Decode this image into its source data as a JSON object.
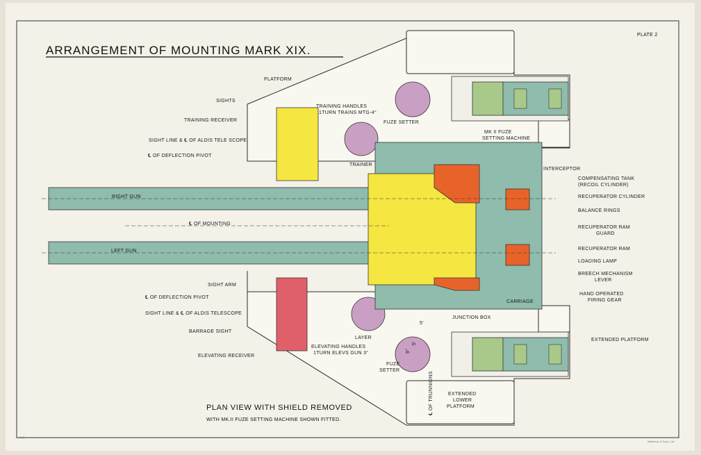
{
  "title": "ARRANGEMENT OF MOUNTING MARK XIX.",
  "plate": "PLATE 2",
  "subtitle": "PLAN VIEW WITH SHIELD REMOVED",
  "subtitle_note": "WITH MK.II FUZE SETTING MACHINE SHOWN FITTED.",
  "printer": "Waterlow & Sons, Ltd.",
  "print_code": "1.38",
  "labels": {
    "platform": "PLATFORM",
    "sights": "SIGHTS",
    "training_receiver": "TRAINING RECEIVER",
    "sight_line_upper": "SIGHT LINE & ℄ OF ALDIS TELE SCOPE",
    "deflection_pivot_upper": "℄ OF DEFLECTION PIVOT",
    "training_handles_1": "TRAINING HANDLES",
    "training_handles_2": "1TURN TRAINS MTG-4°",
    "trainer": "TRAINER",
    "fuze_setter_upper": "FUZE SETTER",
    "fuze_machine_1": "MK II FUZE",
    "fuze_machine_2": "SETTING MACHINE",
    "right_gun": "RIGHT GUN",
    "mounting_centre": "℄ OF MOUNTING",
    "left_gun": "LEFT GUN",
    "interceptor": "INTERCEPTOR",
    "compensating_tank_1": "COMPENSATING TANK",
    "compensating_tank_2": "(RECOIL CYLINDER)",
    "recuperator_cylinder": "RECUPERATOR CYLINDER",
    "balance_rings": "BALANCE RINGS",
    "recuperator_ram_guard_1": "RECUPERATOR RAM",
    "recuperator_ram_guard_2": "GUARD",
    "recuperator_ram": "RECUPERATOR RAM",
    "loading_lamp": "LOADING LAMP",
    "breech_lever_1": "BREECH MECHANISM",
    "breech_lever_2": "LEVER",
    "hand_firing_1": "HAND OPERATED",
    "hand_firing_2": "FIRING GEAR",
    "carriage": "CARRIAGE",
    "sight_arm": "SIGHT ARM",
    "deflection_pivot_lower": "℄ OF DEFLECTION PIVOT",
    "sight_line_lower": "SIGHT LINE & ℄ OF ALDIS TELESCOPE",
    "barrage_sight": "BARRAGE SIGHT",
    "elevating_receiver": "ELEVATING RECEIVER",
    "elevating_handles_1": "ELEVATING HANDLES",
    "elevating_handles_2": "1TURN ELEVS GUN 3°",
    "layer": "LAYER",
    "junction_box": "JUNCTION BOX",
    "fuze_setter_lower_1": "FUZE",
    "fuze_setter_lower_2": "SETTER",
    "extended_platform": "EXTENDED PLATFORM",
    "extended_lower_1": "EXTENDED",
    "extended_lower_2": "LOWER",
    "extended_lower_3": "PLATFORM",
    "trunnions": "℄ OF TRUNNIONS",
    "dim_5_upper": "5'",
    "dim_5_lower": "5'",
    "dim_small": "9°"
  },
  "colors": {
    "paper": "#f3f1e8",
    "gun_grey_green": "#8fbcac",
    "yellow": "#f5e642",
    "orange_red": "#e8632a",
    "pink_red": "#e0606a",
    "purple": "#c9a0c3",
    "light_green": "#a9c98a"
  }
}
